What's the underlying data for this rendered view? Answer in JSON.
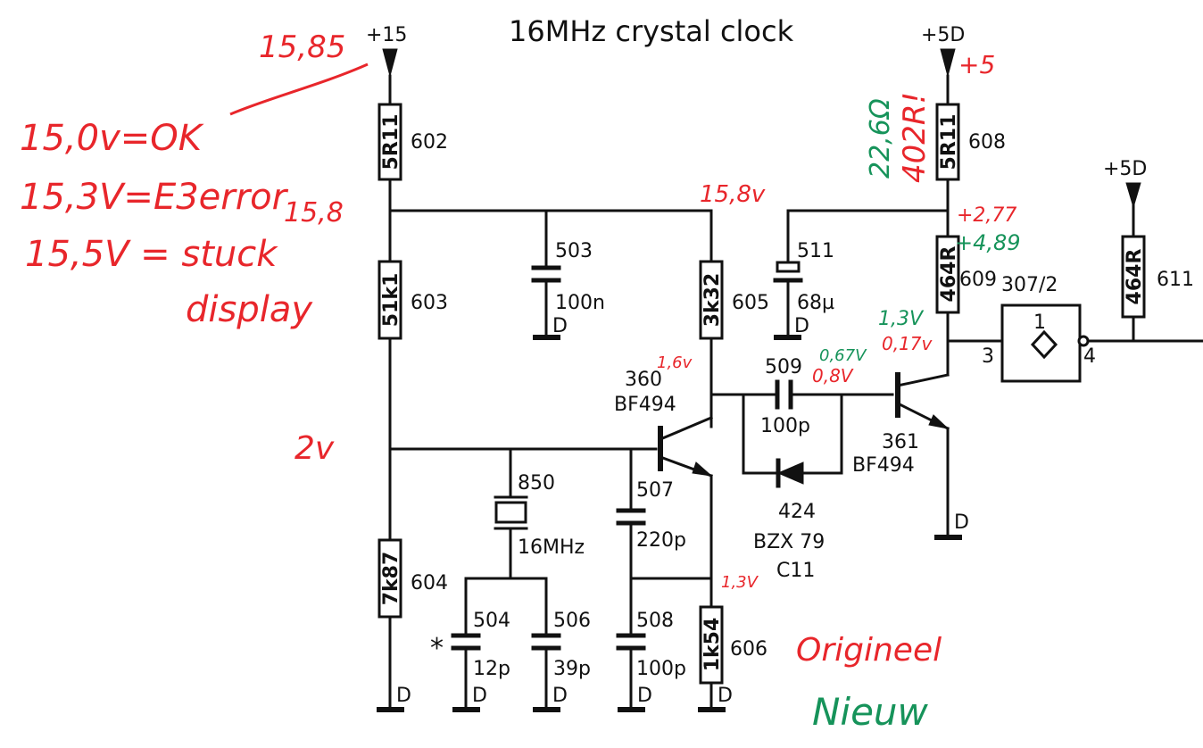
{
  "diagram": {
    "title": "16MHz crystal clock",
    "supplies": {
      "plus15": "+15",
      "plus5d_a": "+5D",
      "plus5d_b": "+5D",
      "ground": "D"
    },
    "resistors": [
      {
        "value": "5R11",
        "ref": "602"
      },
      {
        "value": "51k1",
        "ref": "603"
      },
      {
        "value": "7k87",
        "ref": "604"
      },
      {
        "value": "3k32",
        "ref": "605"
      },
      {
        "value": "1k54",
        "ref": "606"
      },
      {
        "value": "5R11",
        "ref": "608"
      },
      {
        "value": "464R",
        "ref": "609"
      },
      {
        "value": "464R",
        "ref": "611"
      }
    ],
    "capacitors": [
      {
        "ref": "503",
        "value": "100n"
      },
      {
        "ref": "511",
        "value": "68µ"
      },
      {
        "ref": "509",
        "value": "100p"
      },
      {
        "ref": "507",
        "value": "220p"
      },
      {
        "ref": "508",
        "value": "100p"
      },
      {
        "ref": "504",
        "value": "12p"
      },
      {
        "ref": "506",
        "value": "39p"
      }
    ],
    "crystal": {
      "ref": "850",
      "value": "16MHz"
    },
    "transistors": [
      {
        "ref": "360",
        "type": "BF494"
      },
      {
        "ref": "361",
        "type": "BF494"
      }
    ],
    "diode": {
      "ref": "424",
      "type": "BZX 79",
      "variant": "C11"
    },
    "ic": {
      "ref": "307/2",
      "pin_top": "1",
      "pin_in": "3",
      "pin_out": "4"
    },
    "asterisk": "*"
  },
  "annotations": {
    "red": {
      "top_reading": "15,85",
      "line1": "15,0v=OK",
      "line2": "15,3V=E3error",
      "line2_suffix": "15,8",
      "line3": "15,5V = stuck",
      "line4": "display",
      "node_15_8": "15,8v",
      "v_2": "2v",
      "v_1_6": "1,6v",
      "v_1_3": "1,3V",
      "v_0_8": "0,8V",
      "v_0_17": "0,17v",
      "v_2_77": "+2,77",
      "v_plus5": "+5",
      "r608_val": "402R!",
      "legend_orig": "Origineel"
    },
    "green": {
      "r608_val": "22,6Ω",
      "v_4_8": "+4,89",
      "v_1_3": "1,3V",
      "v_0_67": "0,67V",
      "legend_new": "Nieuw"
    },
    "colors": {
      "ink": "#111111",
      "red": "#e8262b",
      "green": "#16935a"
    }
  }
}
